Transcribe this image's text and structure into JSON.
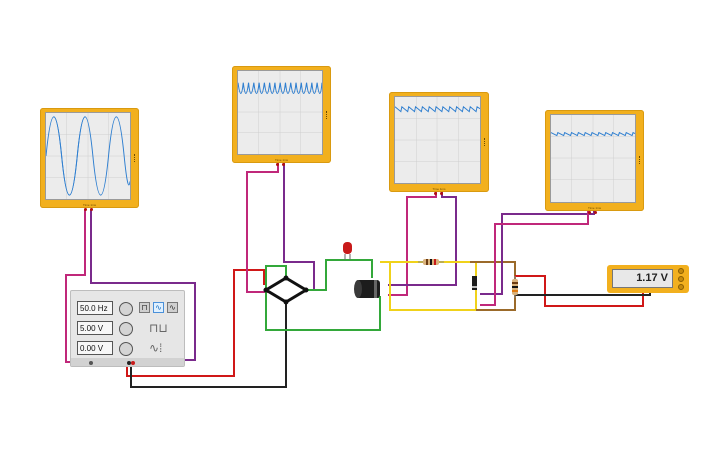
{
  "scopes": [
    {
      "name": "oscilloscope-1",
      "caption": "Time 1ms"
    },
    {
      "name": "oscilloscope-2",
      "caption": "Time 1ms"
    },
    {
      "name": "oscilloscope-3",
      "caption": "Time 1ms"
    },
    {
      "name": "oscilloscope-4",
      "caption": "Time 1ms"
    }
  ],
  "function_generator": {
    "frequency": "50.0 Hz",
    "amplitude": "5.00 V",
    "offset": "0.00 V",
    "waveforms": [
      "square",
      "sine",
      "triangle"
    ],
    "selected_waveform": "sine"
  },
  "multimeter": {
    "reading": "1.17 V"
  },
  "colors": {
    "scope_body": "#f2b01e",
    "trace": "#2f7fd0",
    "wire_purple": "#7a2a8c",
    "wire_magenta": "#c0287a",
    "wire_red": "#d01818",
    "wire_black": "#222222",
    "wire_green": "#33a83a",
    "wire_yellow": "#f0d21a",
    "wire_brown": "#9b6a2a"
  }
}
